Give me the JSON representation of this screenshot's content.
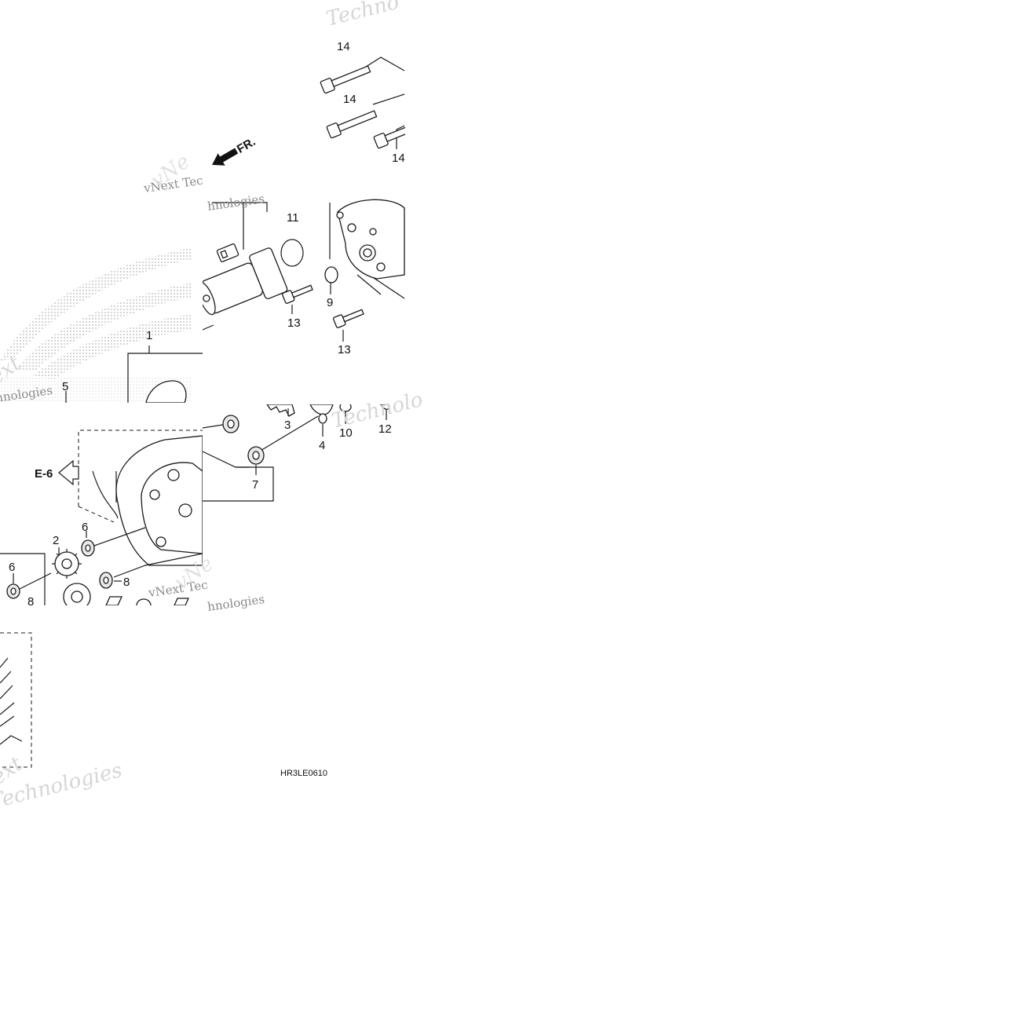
{
  "diagram_code": "HR3LE0610",
  "front_marker": "FR.",
  "reference_label": "E-6",
  "watermark": {
    "brand_line": "vNext Tec",
    "brand_line_2": "hnologies",
    "big_fragments": [
      "Techno",
      "Technolo",
      "vNe",
      "ext",
      "Technologies"
    ]
  },
  "part_callouts": [
    {
      "num": "1"
    },
    {
      "num": "2"
    },
    {
      "num": "3"
    },
    {
      "num": "4"
    },
    {
      "num": "5"
    },
    {
      "num": "6"
    },
    {
      "num": "6"
    },
    {
      "num": "7"
    },
    {
      "num": "8"
    },
    {
      "num": "8"
    },
    {
      "num": "9"
    },
    {
      "num": "10"
    },
    {
      "num": "11"
    },
    {
      "num": "12"
    },
    {
      "num": "13"
    },
    {
      "num": "13"
    },
    {
      "num": "14"
    },
    {
      "num": "14"
    },
    {
      "num": "14"
    }
  ],
  "colors": {
    "ink": "#1a1a1a",
    "watermark": "#8a8a8a",
    "logo_dots": "#b5b5b5"
  }
}
